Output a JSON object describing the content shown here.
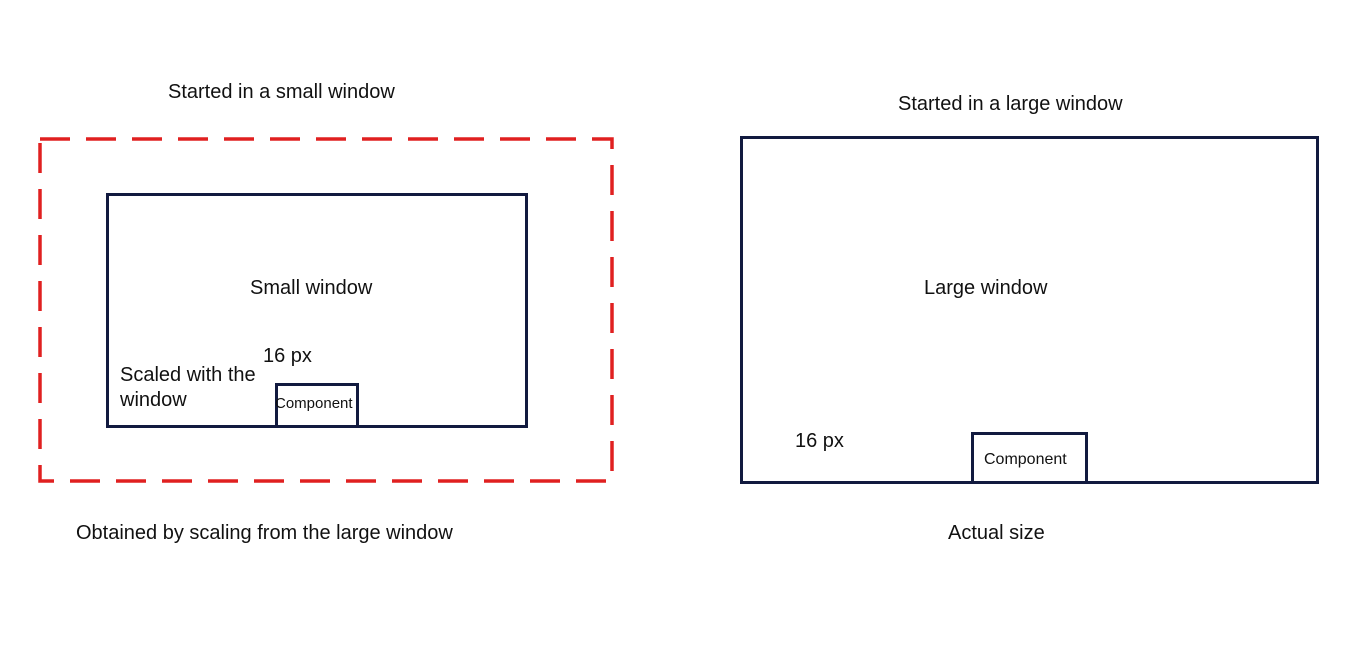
{
  "left_panel": {
    "title": "Started in a small window",
    "window_label": "Small window",
    "measure_label": "16 px",
    "scaled_note": "Scaled with the window",
    "component_label": "Component",
    "caption": "Obtained by scaling from the large window",
    "frame_color": "#e02020",
    "window_border_color": "#121a3f"
  },
  "right_panel": {
    "title": "Started in a large window",
    "window_label": "Large window",
    "measure_label": "16 px",
    "component_label": "Component",
    "caption": "Actual size",
    "window_border_color": "#121a3f"
  }
}
